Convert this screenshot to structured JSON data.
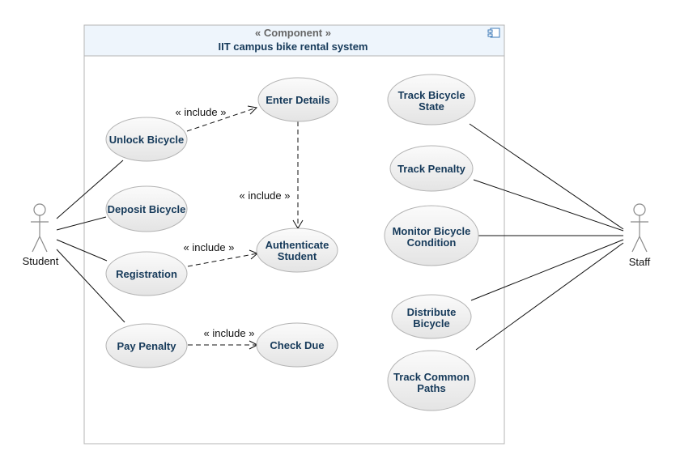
{
  "component": {
    "stereotype": "« Component »",
    "title": "IIT campus bike rental system"
  },
  "actors": {
    "student": "Student",
    "staff": "Staff"
  },
  "use_cases": {
    "enter_details": "Enter Details",
    "unlock_bicycle": "Unlock Bicycle",
    "deposit_bicycle": "Deposit Bicycle",
    "registration": "Registration",
    "authenticate_student": [
      "Authenticate",
      "Student"
    ],
    "pay_penalty": "Pay Penalty",
    "check_due": "Check Due",
    "track_bicycle_state": [
      "Track Bicycle",
      "State"
    ],
    "track_penalty": "Track Penalty",
    "monitor_bicycle_condition": [
      "Monitor Bicycle",
      "Condition"
    ],
    "distribute_bicycle": [
      "Distribute",
      "Bicycle"
    ],
    "track_common_paths": [
      "Track Common",
      "Paths"
    ]
  },
  "relations": {
    "include_unlock_enter": "« include »",
    "include_enter_auth": "« include »",
    "include_reg_auth": "« include »",
    "include_pay_check": "« include »"
  },
  "colors": {
    "ellipse_fill_top": "#fafafa",
    "ellipse_fill_bottom": "#e6e6e6",
    "ellipse_stroke": "#b3b3b3",
    "header_fill": "#eef5fc",
    "title_text": "#163a5a",
    "line": "#111111"
  }
}
